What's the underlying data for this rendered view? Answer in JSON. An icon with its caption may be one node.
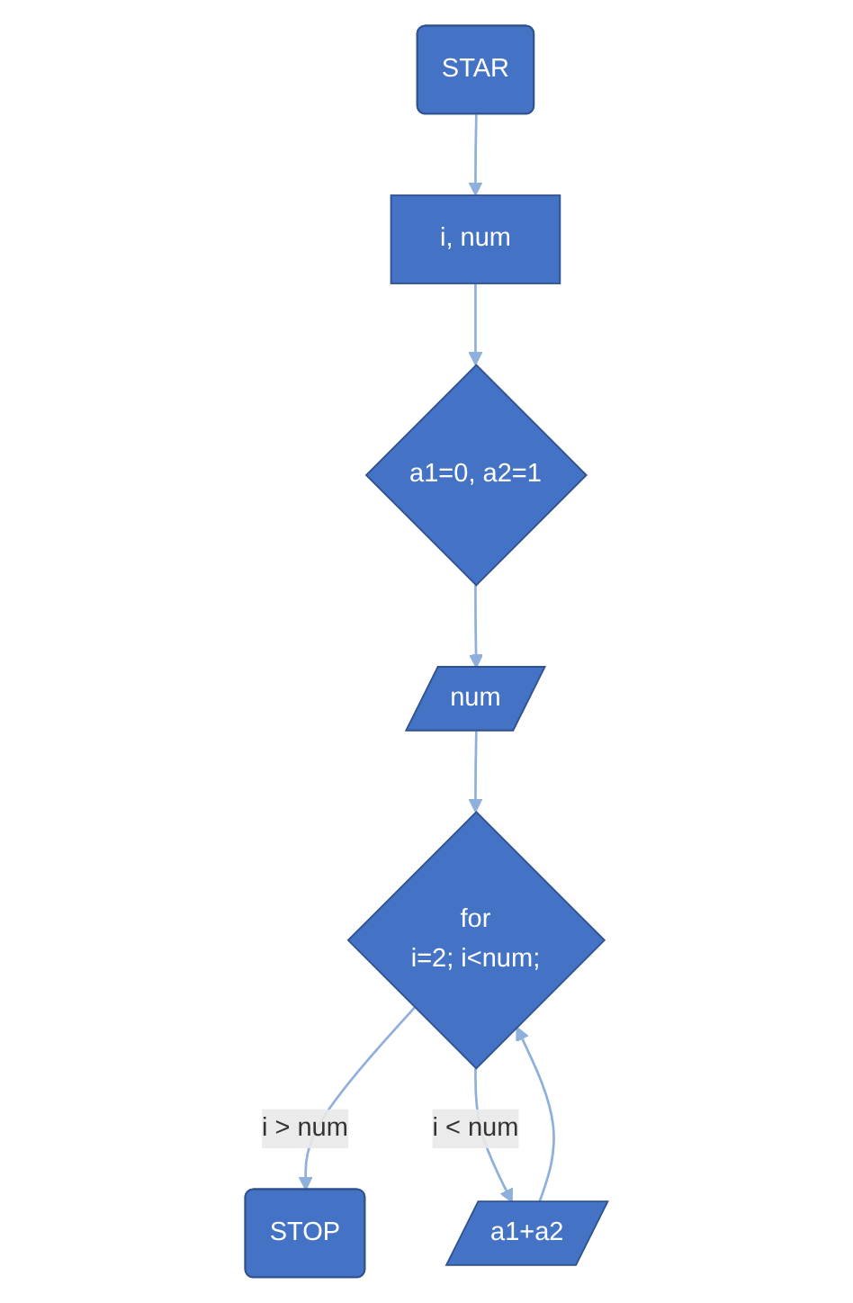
{
  "diagram": {
    "nodes": [
      {
        "text": [
          "STAR"
        ]
      },
      {
        "text": [
          "i, num"
        ]
      },
      {
        "text": [
          "a1=0, a2=1"
        ]
      },
      {
        "text": [
          "num"
        ]
      },
      {
        "text": [
          "for",
          "i=2; i<num;"
        ]
      },
      {
        "text": [
          "STOP"
        ]
      },
      {
        "text": [
          "a1+a2"
        ]
      }
    ],
    "edges": [
      {
        "from": 0,
        "to": 1,
        "arrow": "to"
      },
      {
        "from": 1,
        "to": 2,
        "arrow": "to"
      },
      {
        "from": 2,
        "to": 3,
        "arrow": "to"
      },
      {
        "from": 3,
        "to": 4,
        "arrow": "to"
      },
      {
        "from": 4,
        "to": 5,
        "label": "i > num",
        "arrow": "to"
      },
      {
        "from": 4,
        "to": 6,
        "label": "i < num",
        "arrow": "to"
      },
      {
        "from": 6,
        "to": 4,
        "arrow": "to"
      }
    ]
  }
}
